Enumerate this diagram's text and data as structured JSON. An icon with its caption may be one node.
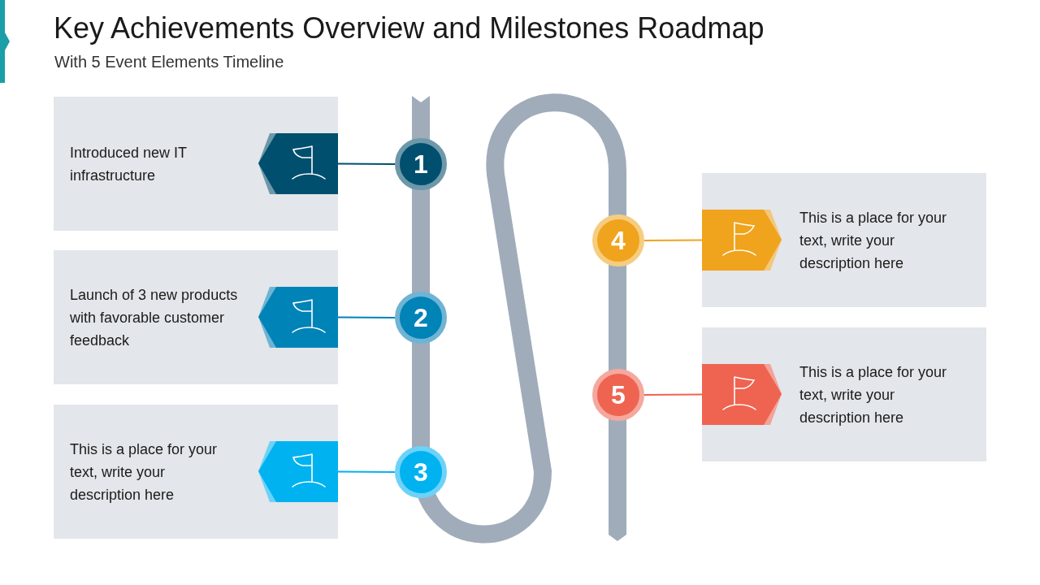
{
  "diagram": {
    "title": "Key Achievements Overview and Milestones Roadmap",
    "nodes": [
      {
        "text": [
          "Introduced new IT infrastructure"
        ]
      },
      {
        "text": [
          "Launch of 3 new products with favorable customer feedback"
        ]
      },
      {
        "text": [
          "This is a place for your text, write your description here"
        ]
      },
      {
        "text": [
          "This is a place for your text, write your description here"
        ]
      },
      {
        "text": [
          "This is a place for your text, write your description here"
        ]
      },
      {
        "text": [],
        "shape": "tag",
        "in": 0
      },
      {
        "text": [],
        "shape": "tag",
        "in": 1
      },
      {
        "text": [],
        "shape": "tag",
        "in": 2
      },
      {
        "text": [],
        "shape": "tag",
        "in": 3
      },
      {
        "text": [],
        "shape": "tag",
        "in": 4
      },
      {
        "text": [
          "1"
        ]
      },
      {
        "text": [
          "2"
        ]
      },
      {
        "text": [
          "3"
        ]
      },
      {
        "text": [
          "4"
        ]
      },
      {
        "text": [
          "5"
        ]
      }
    ],
    "edges": [
      {
        "from": 5,
        "to": 10,
        "arrow": "none",
        "color": "#004f6e"
      },
      {
        "from": 6,
        "to": 11,
        "arrow": "none",
        "color": "#0083b7"
      },
      {
        "from": 7,
        "to": 12,
        "arrow": "none",
        "color": "#00b2f0"
      },
      {
        "from": 13,
        "to": 8,
        "arrow": "none",
        "color": "#f0a31c"
      },
      {
        "from": 14,
        "to": 9,
        "arrow": "none",
        "color": "#ef6351"
      }
    ],
    "labels": [
      "With 5 Event Elements Timeline"
    ]
  }
}
